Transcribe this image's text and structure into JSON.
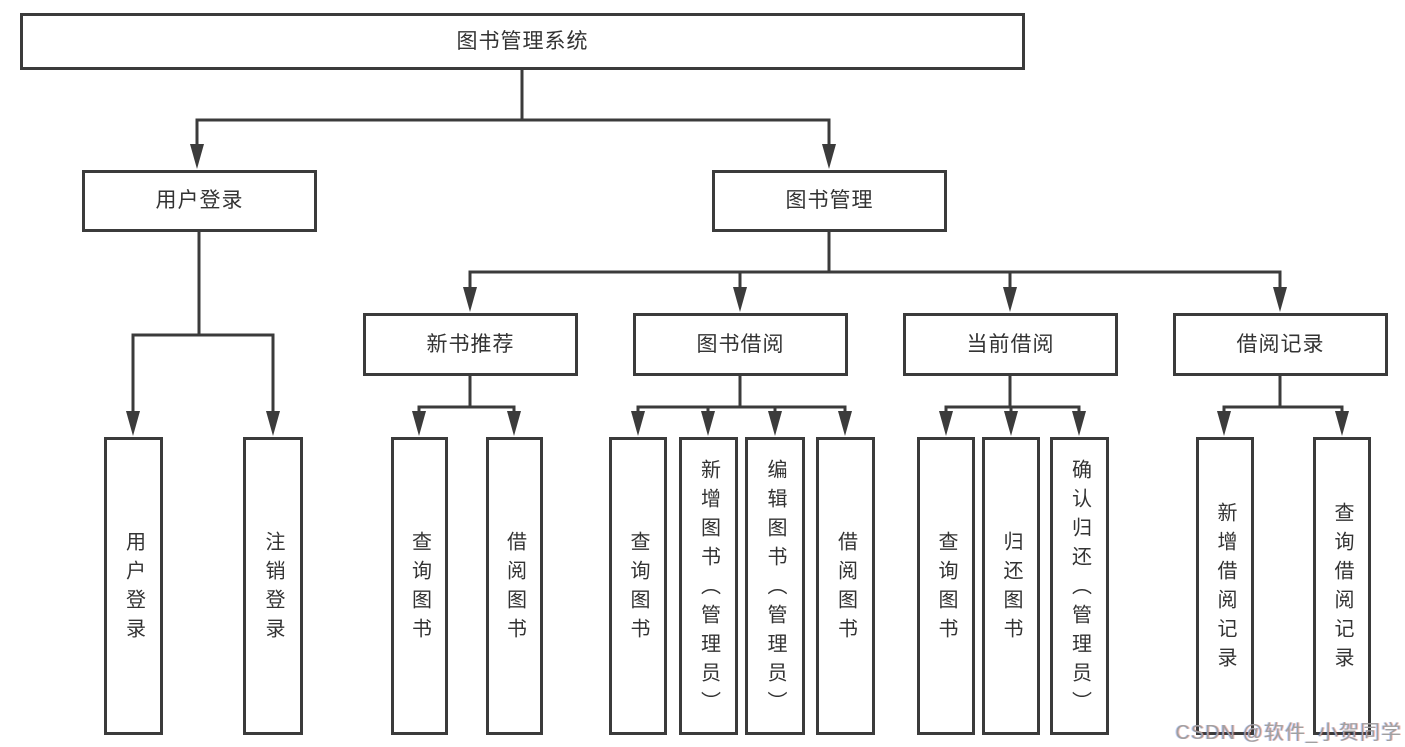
{
  "diagram_title": "图书管理系统",
  "tree": {
    "root": {
      "label": "图书管理系统"
    },
    "branches": [
      {
        "label": "用户登录",
        "children": [
          {
            "label": "用户登录"
          },
          {
            "label": "注销登录"
          }
        ]
      },
      {
        "label": "图书管理",
        "children": [
          {
            "label": "新书推荐",
            "children": [
              {
                "label": "查询图书"
              },
              {
                "label": "借阅图书"
              }
            ]
          },
          {
            "label": "图书借阅",
            "children": [
              {
                "label": "查询图书"
              },
              {
                "label": "新增图书（管理员）"
              },
              {
                "label": "编辑图书（管理员）"
              },
              {
                "label": "借阅图书"
              }
            ]
          },
          {
            "label": "当前借阅",
            "children": [
              {
                "label": "查询图书"
              },
              {
                "label": "归还图书"
              },
              {
                "label": "确认归还（管理员）"
              }
            ]
          },
          {
            "label": "借阅记录",
            "children": [
              {
                "label": "新增借阅记录"
              },
              {
                "label": "查询借阅记录"
              }
            ]
          }
        ]
      }
    ]
  },
  "watermark": {
    "text": "CSDN @软件_小贺同学"
  },
  "colors": {
    "line": "#3b3b3b",
    "box_border": "#3b3b3b",
    "box_fill": "#ffffff",
    "text": "#333333",
    "watermark_text": "#a0a0a0",
    "background": "#ffffff"
  }
}
